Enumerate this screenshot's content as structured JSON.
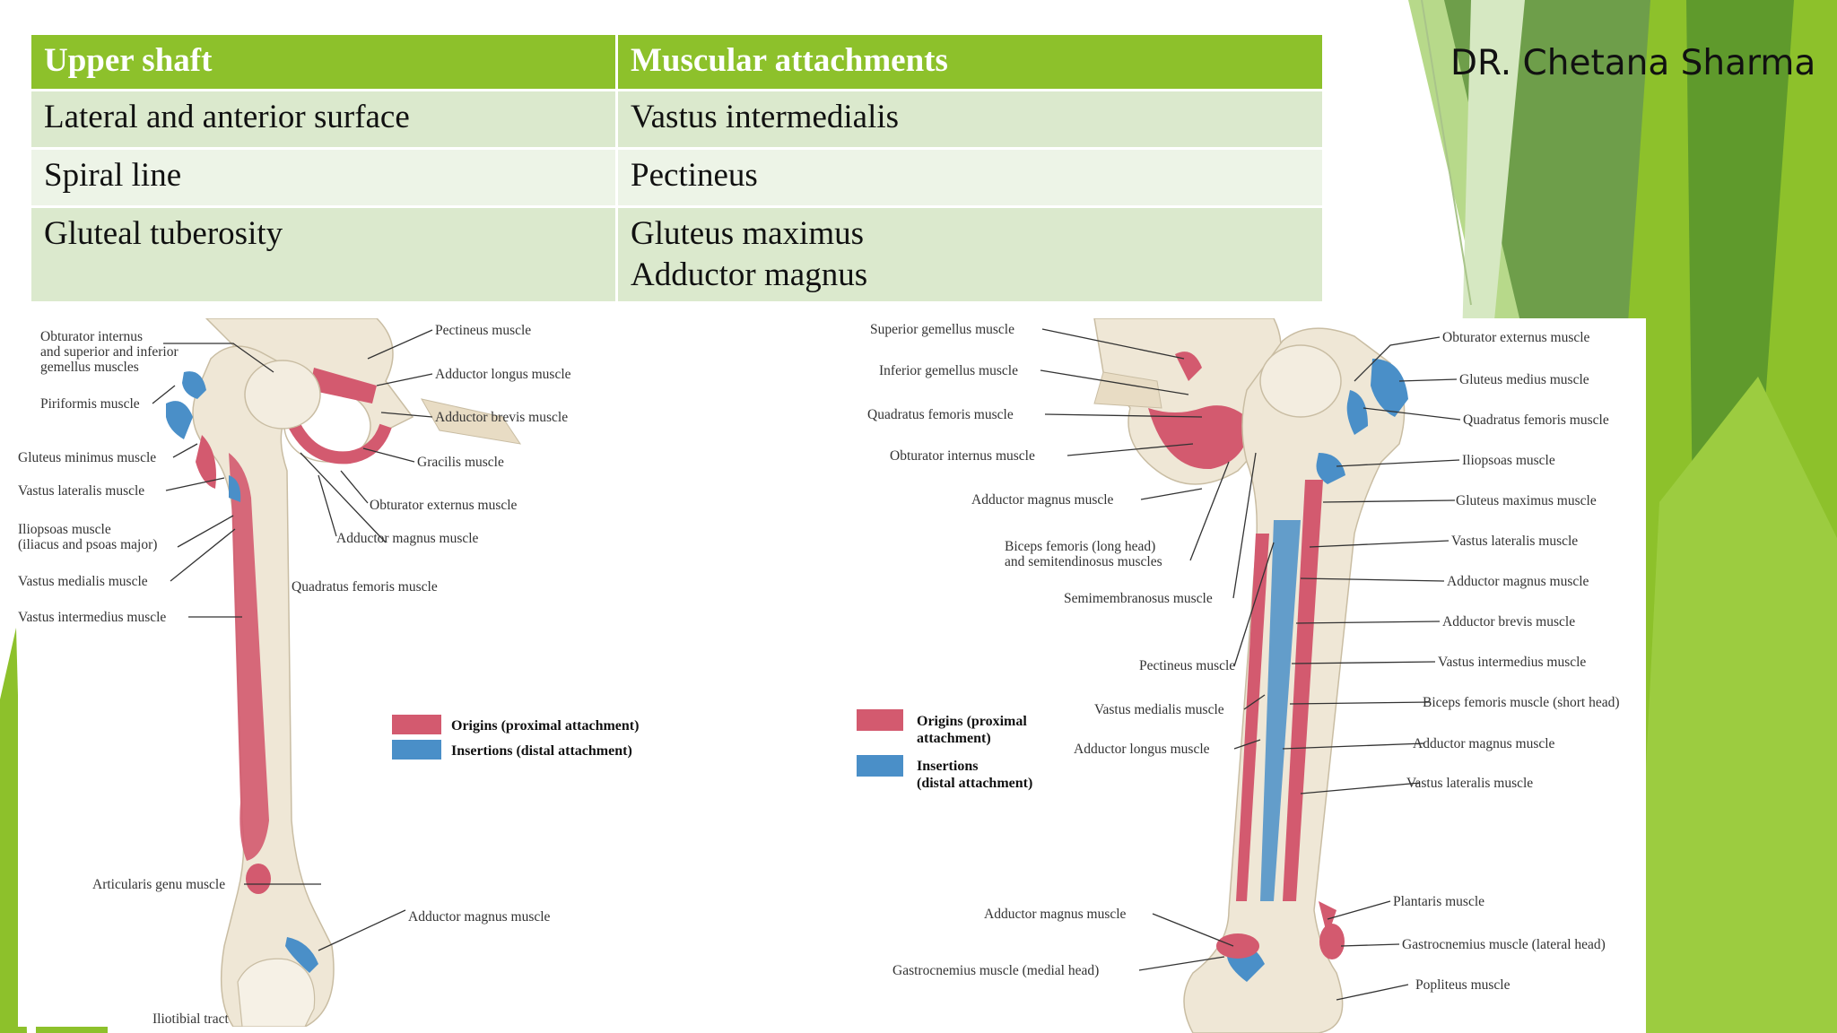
{
  "author": "DR. Chetana Sharma",
  "table": {
    "headers": [
      "Upper shaft",
      "Muscular attachments"
    ],
    "rows": [
      {
        "region": "Lateral and anterior surface",
        "muscles": [
          "Vastus intermedialis"
        ]
      },
      {
        "region": "Spiral line",
        "muscles": [
          "Pectineus"
        ]
      },
      {
        "region": "Gluteal tuberosity",
        "muscles": [
          "Gluteus maximus",
          "Adductor magnus"
        ]
      }
    ]
  },
  "colors": {
    "accent_green": "#8dc12b",
    "origin": "#d35a6f",
    "insertion": "#4a8fc8",
    "bone": "#efe7d6"
  },
  "anterior_figure": {
    "labels_left": [
      "Obturator internus",
      "and superior and inferior",
      "gemellus muscles",
      "Piriformis muscle",
      "Gluteus minimus muscle",
      "Vastus lateralis muscle",
      "Iliopsoas muscle",
      "(iliacus and psoas major)",
      "Vastus medialis muscle",
      "Vastus intermedius muscle",
      "Articularis genu muscle",
      "Iliotibial tract"
    ],
    "labels_right": [
      "Pectineus muscle",
      "Adductor longus muscle",
      "Adductor brevis muscle",
      "Gracilis muscle",
      "Obturator externus muscle",
      "Adductor magnus muscle",
      "Quadratus femoris muscle",
      "Adductor magnus muscle"
    ],
    "legend": {
      "origins": "Origins  (proximal attachment)",
      "insertions": "Insertions  (distal attachment)"
    }
  },
  "posterior_figure": {
    "labels_left": [
      "Superior gemellus muscle",
      "Inferior gemellus muscle",
      "Quadratus femoris muscle",
      "Obturator internus muscle",
      "Adductor magnus muscle",
      "Biceps femoris (long head)",
      "and semitendinosus muscles",
      "Semimembranosus muscle",
      "Pectineus muscle",
      "Vastus medialis muscle",
      "Adductor longus muscle",
      "Adductor magnus muscle",
      "Gastrocnemius muscle (medial head)"
    ],
    "labels_right": [
      "Obturator externus muscle",
      "Gluteus medius muscle",
      "Quadratus femoris muscle",
      "Iliopsoas muscle",
      "Gluteus maximus muscle",
      "Vastus lateralis muscle",
      "Adductor magnus muscle",
      "Adductor brevis muscle",
      "Vastus intermedius muscle",
      "Biceps femoris muscle (short head)",
      "Adductor magnus muscle",
      "Vastus lateralis muscle",
      "Plantaris muscle",
      "Gastrocnemius muscle (lateral head)",
      "Popliteus muscle"
    ],
    "legend": {
      "origins_1": "Origins (proximal",
      "origins_2": "attachment)",
      "insertions_1": "Insertions",
      "insertions_2": "(distal attachment)"
    }
  }
}
